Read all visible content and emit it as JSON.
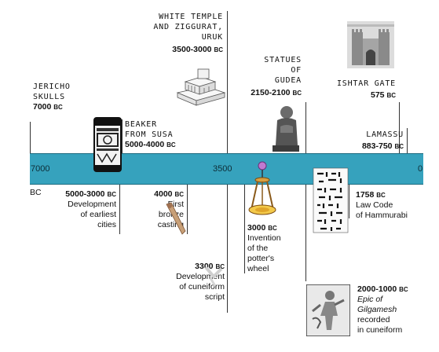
{
  "timeline": {
    "scale_left": "7000",
    "scale_mid": "3500",
    "scale_right": "0",
    "unit": "BC"
  },
  "events_above": [
    {
      "id": "jericho",
      "title_lines": [
        "JERICHO",
        "SKULLS"
      ],
      "year": "7000",
      "era": "BC"
    },
    {
      "id": "beaker",
      "title_lines": [
        "BEAKER",
        "FROM SUSA"
      ],
      "year": "5000-4000",
      "era": "BC"
    },
    {
      "id": "temple",
      "title_lines": [
        "WHITE TEMPLE",
        "AND ZIGGURAT,",
        "URUK"
      ],
      "year": "3500-3000",
      "era": "BC"
    },
    {
      "id": "gudea",
      "title_lines": [
        "STATUES",
        "OF",
        "GUDEA"
      ],
      "year": "2150-2100",
      "era": "BC"
    },
    {
      "id": "ishtar",
      "title_lines": [
        "ISHTAR GATE"
      ],
      "year": "575",
      "era": "BC"
    },
    {
      "id": "lamassu",
      "title_lines": [
        "LAMASSU"
      ],
      "year": "883-750",
      "era": "BC"
    }
  ],
  "events_below": [
    {
      "id": "cities",
      "year": "5000-3000",
      "era": "BC",
      "lines": [
        "Development",
        "of earliest",
        "cities"
      ],
      "italic": false
    },
    {
      "id": "bronze",
      "year": "4000",
      "era": "BC",
      "lines": [
        "First",
        "bronze",
        "casting"
      ],
      "italic": false
    },
    {
      "id": "cuneiform",
      "year": "3300",
      "era": "BC",
      "lines": [
        "Development",
        "of cuneiform",
        "script"
      ],
      "italic": false
    },
    {
      "id": "wheel",
      "year": "3000",
      "era": "BC",
      "lines": [
        "Invention",
        "of the",
        "potter's",
        "wheel"
      ],
      "italic": false
    },
    {
      "id": "hammurabi",
      "year": "1758",
      "era": "BC",
      "lines": [
        "Law Code",
        "of Hammurabi"
      ],
      "italic": false
    },
    {
      "id": "gilgamesh",
      "year": "2000-1000",
      "era": "BC",
      "lines_italic": [
        "Epic of",
        "Gilgamesh"
      ],
      "lines": [
        "recorded",
        "in cuneiform"
      ]
    }
  ]
}
